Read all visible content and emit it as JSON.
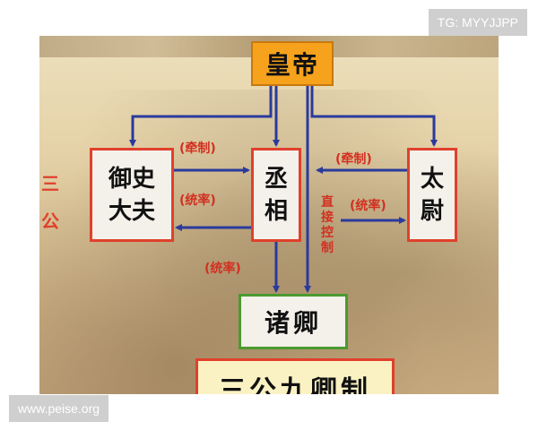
{
  "colors": {
    "arrow": "#2a3a9c",
    "box_border": "#e0402c",
    "emperor_fill": "#f6a21c",
    "ministers_border": "#4b9a2f",
    "relation_text": "#d23020"
  },
  "nodes": {
    "emperor": "皇帝",
    "censor": "御史\n大夫",
    "chancellor": "丞\n相",
    "commandant": "太\n尉",
    "ministers": "诸卿",
    "system": "三公九卿制"
  },
  "side_label": "三\n公",
  "relations": {
    "censor_checks_chancellor": "(牵制)",
    "chancellor_commands_censor": "(统率)",
    "commandant_checks_chancellor": "(牵制)",
    "chancellor_commands_commandant": "(统率)",
    "chancellor_commands_ministers": "(统率)",
    "emperor_direct_control": "直\n接\n控\n制"
  },
  "watermarks": {
    "top_right": "TG: MYYJJPP",
    "bottom_left": "www.peise.org"
  }
}
